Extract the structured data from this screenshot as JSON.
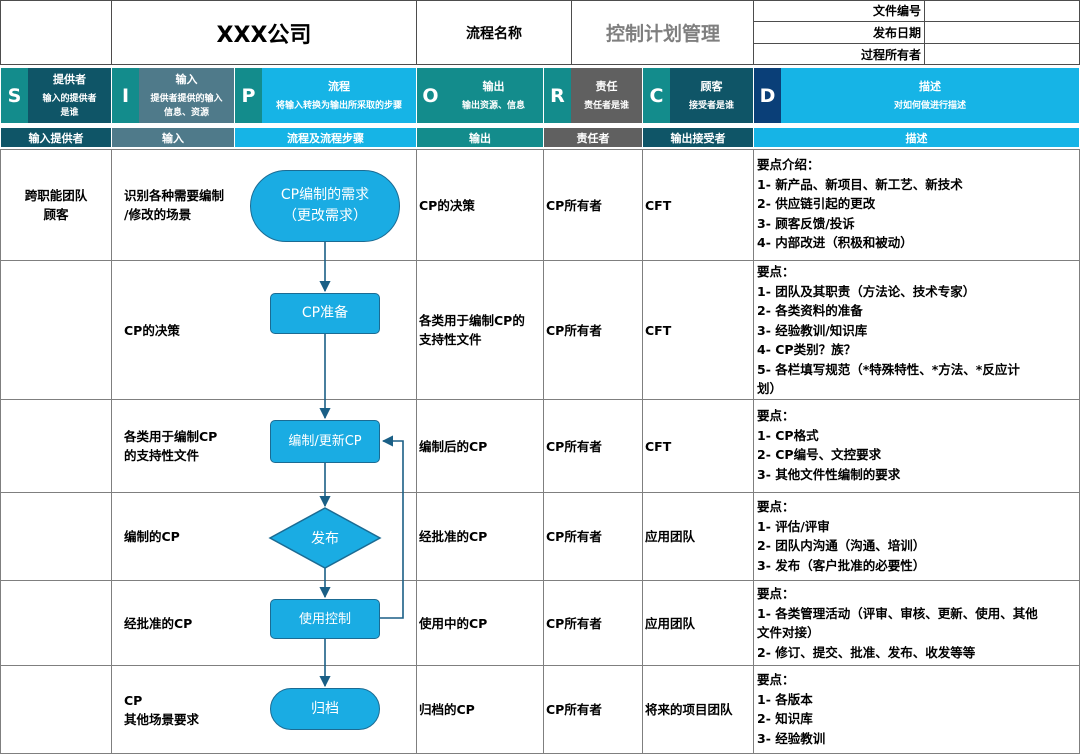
{
  "header": {
    "company": "XXX公司",
    "process_name_label": "流程名称",
    "process_name": "控制计划管理",
    "doc_no_label": "文件编号",
    "doc_no": "",
    "release_date_label": "发布日期",
    "release_date": "",
    "owner_label": "过程所有者",
    "owner": ""
  },
  "sipoc": [
    {
      "letter": "S",
      "title": "提供者",
      "sub": "输入的提供者\n是谁"
    },
    {
      "letter": "I",
      "title": "输入",
      "sub": "提供者提供的输入\n信息、资源"
    },
    {
      "letter": "P",
      "title": "流程",
      "sub": "将输入转换为输出所采取的步骤"
    },
    {
      "letter": "O",
      "title": "输出",
      "sub": "输出资源、信息"
    },
    {
      "letter": "R",
      "title": "责任",
      "sub": "责任者是谁"
    },
    {
      "letter": "C",
      "title": "顾客",
      "sub": "接受者是谁"
    },
    {
      "letter": "D",
      "title": "描述",
      "sub": "对如何做进行描述"
    }
  ],
  "columns": [
    "输入提供者",
    "输入",
    "流程及流程步骤",
    "输出",
    "责任者",
    "输出接受者",
    "描述"
  ],
  "rows": [
    {
      "provider": "跨职能团队\n顾客",
      "input": "识别各种需要编制\n/修改的场景",
      "output": "CP的决策",
      "owner": "CP所有者",
      "receiver": "CFT",
      "desc": "要点介绍：\n1- 新产品、新项目、新工艺、新技术\n2- 供应链引起的更改\n3- 顾客反馈/投诉\n4- 内部改进（积极和被动）"
    },
    {
      "provider": "",
      "input": "CP的决策",
      "output": "各类用于编制CP的\n支持性文件",
      "owner": "CP所有者",
      "receiver": "CFT",
      "desc": "要点：\n1- 团队及其职责（方法论、技术专家）\n2- 各类资料的准备\n3- 经验教训/知识库\n4- CP类别？族？\n5- 各栏填写规范（*特殊特性、*方法、*反应计\n划）"
    },
    {
      "provider": "",
      "input": "各类用于编制CP\n的支持性文件",
      "output": "编制后的CP",
      "owner": "CP所有者",
      "receiver": "CFT",
      "desc": "要点：\n1- CP格式\n2- CP编号、文控要求\n3- 其他文件性编制的要求"
    },
    {
      "provider": "",
      "input": "编制的CP",
      "output": "经批准的CP",
      "owner": "CP所有者",
      "receiver": "应用团队",
      "desc": "要点：\n1- 评估/评审\n2- 团队内沟通（沟通、培训）\n3- 发布（客户批准的必要性）"
    },
    {
      "provider": "",
      "input": "经批准的CP",
      "output": "使用中的CP",
      "owner": "CP所有者",
      "receiver": "应用团队",
      "desc": "要点：\n1- 各类管理活动（评审、审核、更新、使用、其他\n文件对接）\n2- 修订、提交、批准、发布、收发等等"
    },
    {
      "provider": "",
      "input": "CP\n其他场景要求",
      "output": "归档的CP",
      "owner": "CP所有者",
      "receiver": "将来的项目团队",
      "desc": "要点：\n1- 各版本\n2- 知识库\n3- 经验教训"
    }
  ],
  "flow": {
    "start": "CP编制的需求\n（更改需求）",
    "prepare": "CP准备",
    "edit": "编制/更新CP",
    "release": "发布",
    "use": "使用控制",
    "archive": "归档"
  },
  "colors": {
    "dark_teal": "#0f5567",
    "mid_teal": "#138c8c",
    "slate": "#4f7a8a",
    "bright_blue": "#16b4e6",
    "gray": "#606060",
    "navy": "#0a3f78",
    "flow_fill": "#1aace3",
    "flow_border": "#1b6b93",
    "arrow": "#1a5f86"
  }
}
